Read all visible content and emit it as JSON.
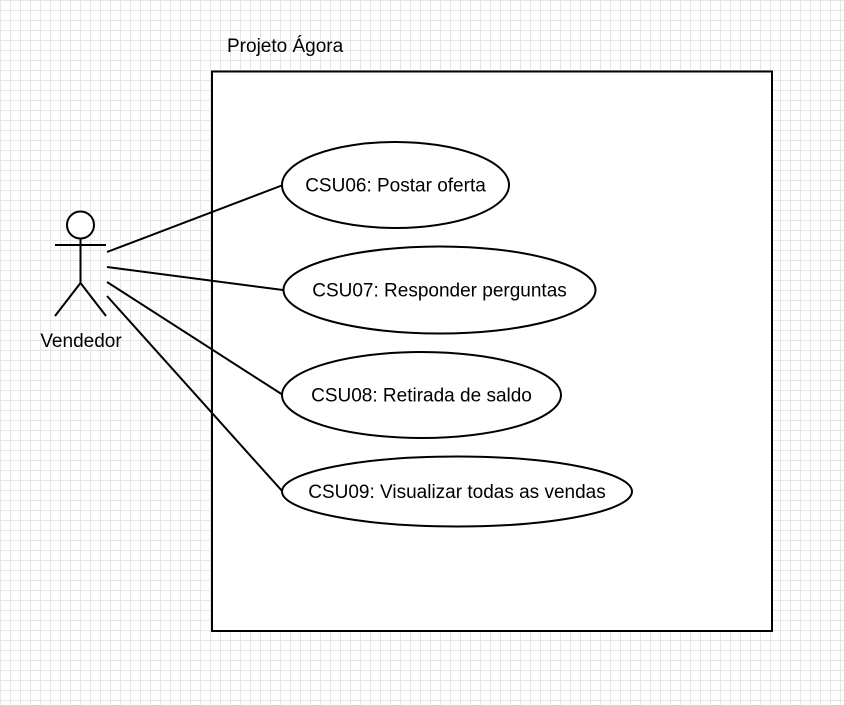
{
  "diagram": {
    "type": "use-case",
    "system": {
      "name": "Projeto Ágora"
    },
    "actor": {
      "name": "Vendedor"
    },
    "use_cases": [
      {
        "label": "CSU06: Postar oferta"
      },
      {
        "label": "CSU07: Responder perguntas"
      },
      {
        "label": "CSU08: Retirada de saldo"
      },
      {
        "label": "CSU09: Visualizar todas as vendas"
      }
    ],
    "colors": {
      "stroke": "#000000",
      "fill": "#ffffff",
      "grid": "#e6e6e6"
    }
  }
}
